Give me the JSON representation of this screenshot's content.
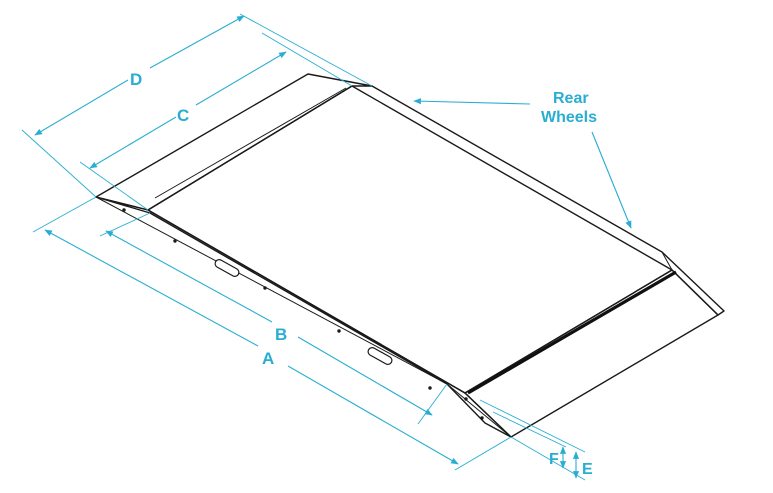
{
  "diagram": {
    "labels": {
      "A": "A",
      "B": "B",
      "C": "C",
      "D": "D",
      "E": "E",
      "F": "F",
      "rear_wheels_line1": "Rear",
      "rear_wheels_line2": "Wheels"
    },
    "colors": {
      "dimension": "#29aed2",
      "outline": "#1a1a1a",
      "background": "#ffffff"
    }
  }
}
